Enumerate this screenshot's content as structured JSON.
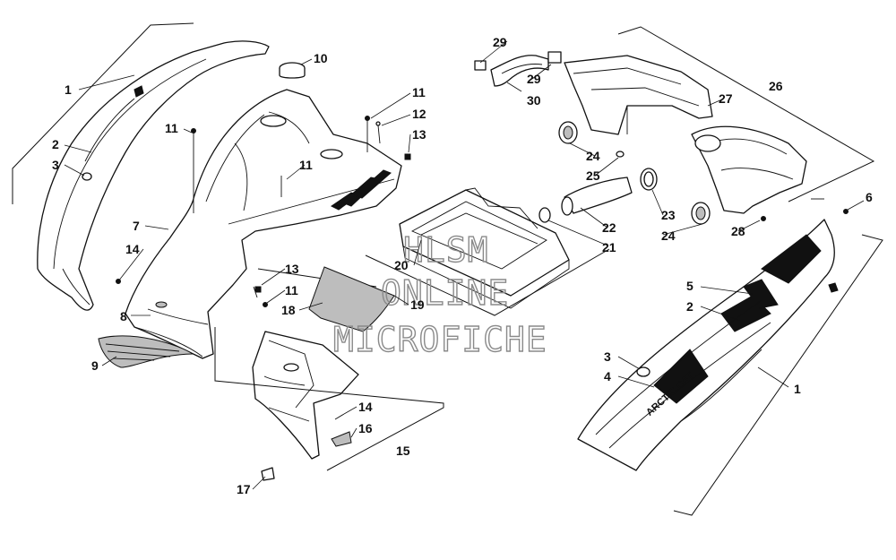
{
  "watermark": {
    "line1": "HLSM",
    "line2": "ONLINE",
    "line3": "MICROFICHE"
  },
  "brand_decal_text": "ARCTIC CAT",
  "callouts": [
    {
      "id": "c1a",
      "label": "1"
    },
    {
      "id": "c2a",
      "label": "2"
    },
    {
      "id": "c3a",
      "label": "3"
    },
    {
      "id": "c7",
      "label": "7"
    },
    {
      "id": "c8",
      "label": "8"
    },
    {
      "id": "c9",
      "label": "9"
    },
    {
      "id": "c10",
      "label": "10"
    },
    {
      "id": "c11a",
      "label": "11"
    },
    {
      "id": "c11b",
      "label": "11"
    },
    {
      "id": "c11c",
      "label": "11"
    },
    {
      "id": "c11d",
      "label": "11"
    },
    {
      "id": "c12",
      "label": "12"
    },
    {
      "id": "c13a",
      "label": "13"
    },
    {
      "id": "c13b",
      "label": "13"
    },
    {
      "id": "c14a",
      "label": "14"
    },
    {
      "id": "c14b",
      "label": "14"
    },
    {
      "id": "c15",
      "label": "15"
    },
    {
      "id": "c16",
      "label": "16"
    },
    {
      "id": "c17",
      "label": "17"
    },
    {
      "id": "c18",
      "label": "18"
    },
    {
      "id": "c19",
      "label": "19"
    },
    {
      "id": "c20",
      "label": "20"
    },
    {
      "id": "c21",
      "label": "21"
    },
    {
      "id": "c22",
      "label": "22"
    },
    {
      "id": "c23",
      "label": "23"
    },
    {
      "id": "c24a",
      "label": "24"
    },
    {
      "id": "c24b",
      "label": "24"
    },
    {
      "id": "c25",
      "label": "25"
    },
    {
      "id": "c26",
      "label": "26"
    },
    {
      "id": "c27",
      "label": "27"
    },
    {
      "id": "c28",
      "label": "28"
    },
    {
      "id": "c29a",
      "label": "29"
    },
    {
      "id": "c29b",
      "label": "29"
    },
    {
      "id": "c30",
      "label": "30"
    },
    {
      "id": "c6",
      "label": "6"
    },
    {
      "id": "c5",
      "label": "5"
    },
    {
      "id": "c2b",
      "label": "2"
    },
    {
      "id": "c3b",
      "label": "3"
    },
    {
      "id": "c4",
      "label": "4"
    },
    {
      "id": "c1b",
      "label": "1"
    }
  ]
}
